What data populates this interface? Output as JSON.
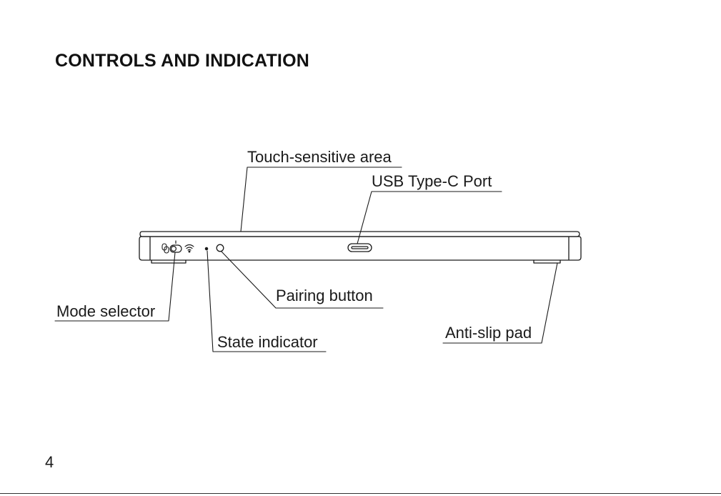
{
  "page": {
    "title": "CONTROLS AND INDICATION",
    "page_number": "4"
  },
  "callouts": {
    "touch_area": "Touch-sensitive area",
    "usb_port": "USB Type-C Port",
    "pairing_button": "Pairing button",
    "mode_selector": "Mode selector",
    "anti_slip_pad": "Anti-slip pad",
    "state_indicator": "State indicator"
  },
  "icons": {
    "mode_left": "link-icon",
    "mode_toggle": "toggle-switch-icon",
    "mode_right": "wifi-icon"
  },
  "colors": {
    "line": "#1a1a1a",
    "text": "#1a1a1a"
  }
}
